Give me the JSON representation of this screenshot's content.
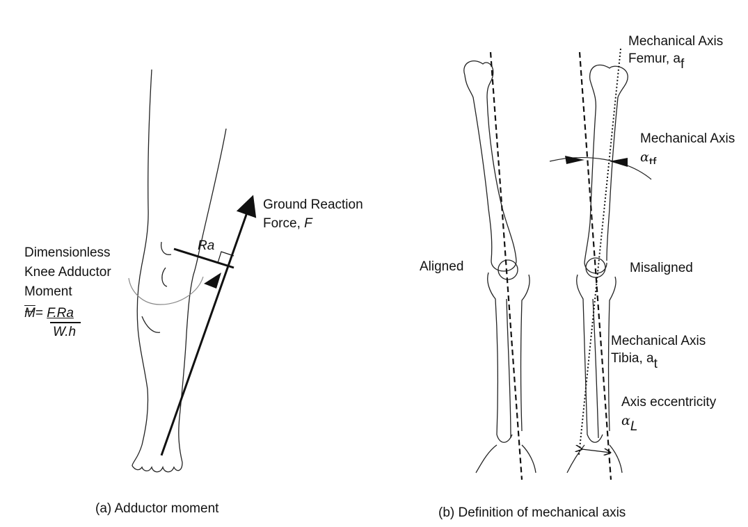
{
  "panel_a": {
    "ground_reaction_line1": "Ground Reaction",
    "ground_reaction_line2_prefix": "Force, ",
    "ground_reaction_symbol": "F",
    "ra_label": "Ra",
    "moment_line1": "Dimensionless",
    "moment_line2": "Knee Adductor",
    "moment_line3": "Moment",
    "formula_symbol": "M",
    "formula_eq": "= ",
    "formula_numerator": "F.Ra",
    "formula_denominator": "W.h",
    "caption": "(a) Adductor moment"
  },
  "panel_b": {
    "femur_axis_line1": "Mechanical Axis",
    "femur_axis_line2": "Femur, a",
    "femur_axis_sub": "f",
    "tf_axis_label": "Mechanical Axis",
    "tf_alpha": "α",
    "tf_sub": "tf",
    "aligned_label": "Aligned",
    "misaligned_label": "Misaligned",
    "tibia_axis_line1": "Mechanical Axis",
    "tibia_axis_line2": "Tibia, a",
    "tibia_axis_sub": "t",
    "eccentricity_label": "Axis eccentricity",
    "ecc_alpha": "α",
    "ecc_sub": "L",
    "caption": "(b) Definition of mechanical axis"
  }
}
